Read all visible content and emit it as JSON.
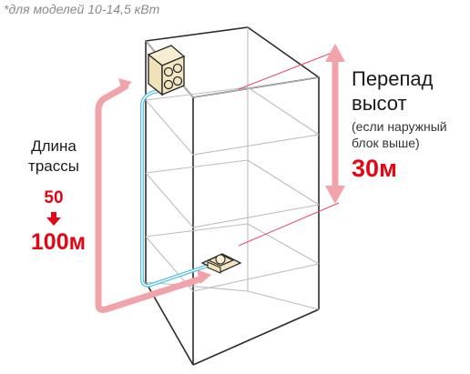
{
  "note": "*для моделей 10-14,5 кВт",
  "pipe_length": {
    "label_line1": "Длина",
    "label_line2": "трассы",
    "from_value": "50",
    "to_value": "100",
    "to_unit": "м"
  },
  "height_difference": {
    "title_line1": "Перепад",
    "title_line2": "высот",
    "condition_line1": "(если наружный",
    "condition_line2": "блок выше)",
    "value": "30м"
  },
  "colors": {
    "accent": "#e30613",
    "route_arrow": "#f2a3aa",
    "pipe": "#5bc3e6",
    "building_line": "#2b2b2b",
    "floor_line": "#c0c0c0",
    "unit_fill": "#f4e6c3"
  },
  "icons": {
    "outdoor_unit": "outdoor-unit-icon",
    "indoor_unit": "indoor-unit-icon",
    "down_arrow": "down-arrow-icon"
  }
}
